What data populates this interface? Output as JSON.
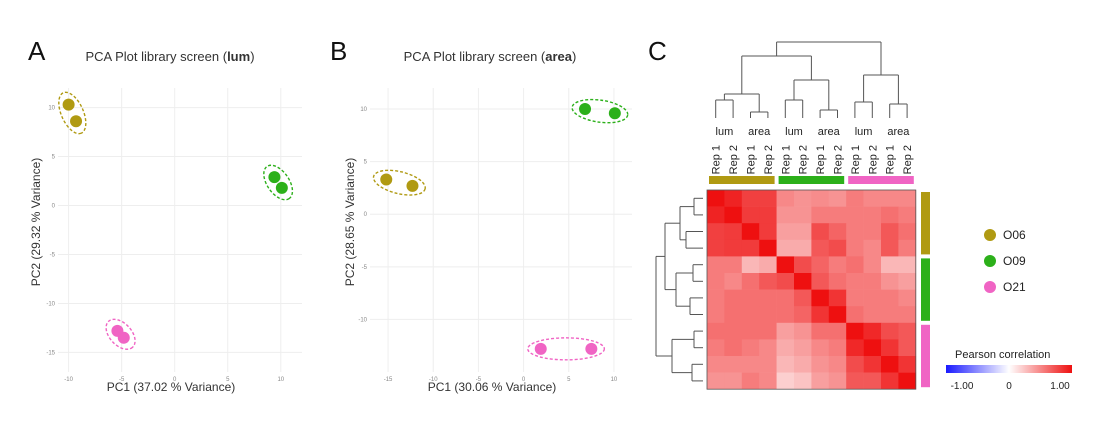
{
  "colors": {
    "O06": "#b09a12",
    "O09": "#2cb01a",
    "O21": "#f064c4"
  },
  "chart_data": [
    {
      "type": "scatter",
      "panel": "A",
      "title_prefix": "PCA Plot library screen (",
      "title_bold": "lum",
      "title_suffix": ")",
      "xlabel": "PC1 (37.02 % Variance)",
      "ylabel": "PC2 (29.32 % Variance)",
      "xlim": [
        -11,
        12
      ],
      "ylim": [
        -17,
        12
      ],
      "xticks": [
        "-10",
        "-5",
        "0",
        "5",
        "10"
      ],
      "yticks": [
        "10",
        "5",
        "0",
        "-5",
        "-10",
        "-15"
      ],
      "groups": [
        {
          "name": "O06",
          "points": [
            [
              -10.0,
              10.3
            ],
            [
              -9.3,
              8.6
            ]
          ]
        },
        {
          "name": "O09",
          "points": [
            [
              9.4,
              2.9
            ],
            [
              10.1,
              1.8
            ]
          ]
        },
        {
          "name": "O21",
          "points": [
            [
              -5.4,
              -12.8
            ],
            [
              -4.8,
              -13.5
            ]
          ]
        }
      ]
    },
    {
      "type": "scatter",
      "panel": "B",
      "title_prefix": "PCA Plot library screen (",
      "title_bold": "area",
      "title_suffix": ")",
      "xlabel": "PC1 (30.06 % Variance)",
      "ylabel": "PC2 (28.65 % Variance)",
      "xlim": [
        -17,
        12
      ],
      "ylim": [
        -15,
        12
      ],
      "xticks": [
        "-15",
        "-10",
        "-5",
        "0",
        "5",
        "10"
      ],
      "yticks": [
        "10",
        "5",
        "0",
        "-5",
        "-10"
      ],
      "groups": [
        {
          "name": "O06",
          "points": [
            [
              -15.2,
              3.3
            ],
            [
              -12.3,
              2.7
            ]
          ]
        },
        {
          "name": "O09",
          "points": [
            [
              6.8,
              10.0
            ],
            [
              10.1,
              9.6
            ]
          ]
        },
        {
          "name": "O21",
          "points": [
            [
              1.9,
              -12.8
            ],
            [
              7.5,
              -12.8
            ]
          ]
        }
      ]
    },
    {
      "type": "heatmap",
      "panel": "C",
      "column_labels": [
        "Rep 1",
        "Rep 2",
        "Rep 1",
        "Rep 2",
        "Rep 1",
        "Rep 2",
        "Rep 1",
        "Rep 2",
        "Rep 1",
        "Rep 2",
        "Rep 1",
        "Rep 2"
      ],
      "column_group_labels": [
        "lum",
        "area",
        "lum",
        "area",
        "lum",
        "area"
      ],
      "column_groups": [
        "O06",
        "O06",
        "O06",
        "O06",
        "O09",
        "O09",
        "O09",
        "O09",
        "O21",
        "O21",
        "O21",
        "O21"
      ],
      "row_groups": [
        "O06",
        "O06",
        "O06",
        "O06",
        "O09",
        "O09",
        "O09",
        "O09",
        "O21",
        "O21",
        "O21",
        "O21"
      ],
      "matrix": [
        [
          1.0,
          0.92,
          0.8,
          0.8,
          0.5,
          0.45,
          0.48,
          0.45,
          0.55,
          0.5,
          0.5,
          0.5
        ],
        [
          0.92,
          1.0,
          0.82,
          0.82,
          0.45,
          0.45,
          0.55,
          0.55,
          0.55,
          0.55,
          0.6,
          0.55
        ],
        [
          0.8,
          0.82,
          1.0,
          0.82,
          0.4,
          0.4,
          0.75,
          0.65,
          0.55,
          0.55,
          0.7,
          0.6
        ],
        [
          0.8,
          0.82,
          0.82,
          1.0,
          0.35,
          0.35,
          0.7,
          0.75,
          0.55,
          0.5,
          0.7,
          0.55
        ],
        [
          0.55,
          0.55,
          0.3,
          0.35,
          1.0,
          0.75,
          0.65,
          0.55,
          0.6,
          0.5,
          0.3,
          0.3
        ],
        [
          0.55,
          0.5,
          0.6,
          0.7,
          0.75,
          1.0,
          0.7,
          0.6,
          0.55,
          0.55,
          0.45,
          0.4
        ],
        [
          0.55,
          0.6,
          0.6,
          0.6,
          0.6,
          0.7,
          1.0,
          0.85,
          0.55,
          0.55,
          0.55,
          0.5
        ],
        [
          0.55,
          0.6,
          0.6,
          0.6,
          0.6,
          0.65,
          0.85,
          1.0,
          0.6,
          0.55,
          0.55,
          0.55
        ],
        [
          0.6,
          0.6,
          0.6,
          0.6,
          0.4,
          0.45,
          0.6,
          0.6,
          1.0,
          0.9,
          0.75,
          0.7
        ],
        [
          0.55,
          0.6,
          0.55,
          0.5,
          0.35,
          0.4,
          0.5,
          0.55,
          0.9,
          1.0,
          0.85,
          0.7
        ],
        [
          0.5,
          0.5,
          0.5,
          0.5,
          0.3,
          0.35,
          0.45,
          0.5,
          0.75,
          0.85,
          1.0,
          0.85
        ],
        [
          0.45,
          0.45,
          0.55,
          0.5,
          0.2,
          0.25,
          0.4,
          0.45,
          0.7,
          0.7,
          0.85,
          1.0
        ]
      ],
      "legend": [
        {
          "name": "O06"
        },
        {
          "name": "O09"
        },
        {
          "name": "O21"
        }
      ],
      "color_scale": {
        "title": "Pearson correlation",
        "min_label": "-1.00",
        "mid_label": "0",
        "max_label": "1.00",
        "low_color": "#1a1aff",
        "mid_color": "#ffffff",
        "high_color": "#ee1010"
      }
    }
  ],
  "panel_letters": {
    "a": "A",
    "b": "B",
    "c": "C"
  }
}
